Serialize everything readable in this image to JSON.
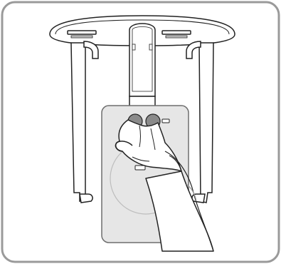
{
  "illustration": {
    "subject": "x-ray-unit-hand-positioning",
    "icons": [
      "x-ray-head-unit",
      "detector-panel",
      "hand-icon",
      "fingertip-marker"
    ]
  },
  "colors": {
    "frame_border": "#9a9a9a",
    "outline": "#222222",
    "panel_fill": "#e6e6e6",
    "panel_stroke": "#6e6e6e",
    "marker_fill": "#8a8a8a",
    "circle_stroke": "#bdbdbd",
    "head_fill": "#ffffff",
    "background": "#ffffff"
  }
}
